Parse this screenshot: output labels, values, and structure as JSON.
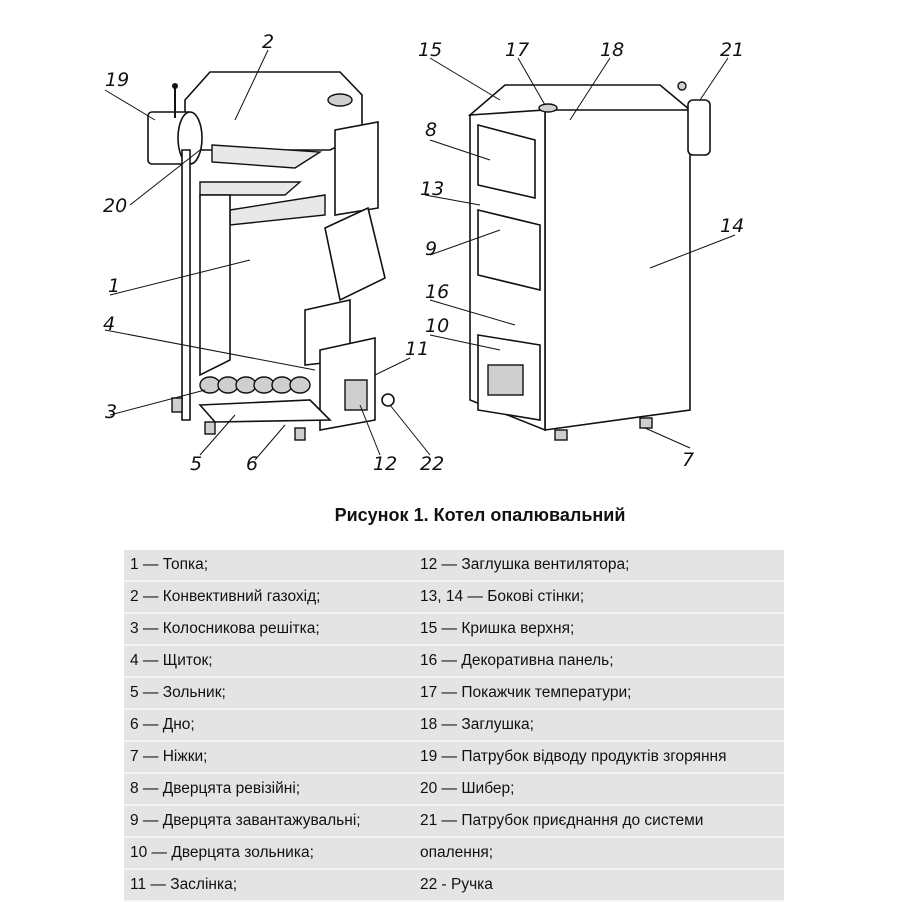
{
  "figure": {
    "callouts_left": [
      "19",
      "2",
      "20",
      "1",
      "4",
      "3",
      "11",
      "5",
      "6",
      "12",
      "22"
    ],
    "callouts_right": [
      "15",
      "17",
      "18",
      "21",
      "8",
      "13",
      "9",
      "14",
      "16",
      "10",
      "7"
    ]
  },
  "caption": "Рисунок 1. Котел опалювальний",
  "legend": {
    "rows": [
      [
        "1 — Топка;",
        "12 — Заглушка вентилятора;"
      ],
      [
        "2 — Конвективний газохід;",
        "13, 14 — Бокові стінки;"
      ],
      [
        "3 — Колосникова решітка;",
        "15 — Кришка верхня;"
      ],
      [
        "4 — Щиток;",
        "16 — Декоративна панель;"
      ],
      [
        "5 — Зольник;",
        "17 — Покажчик температури;"
      ],
      [
        "6 — Дно;",
        "18 — Заглушка;"
      ],
      [
        "7 — Ніжки;",
        "19 —  Патрубок відводу продуктів згоряння"
      ],
      [
        "8 — Дверцята ревізійні;",
        "20 — Шибер;"
      ],
      [
        "9 — Дверцята завантажувальні;",
        "21 —  Патрубок приєднання до системи"
      ],
      [
        "10 — Дверцята зольника;",
        "опалення;"
      ],
      [
        "11 — Заслінка;",
        "22 - Ручка"
      ]
    ]
  }
}
